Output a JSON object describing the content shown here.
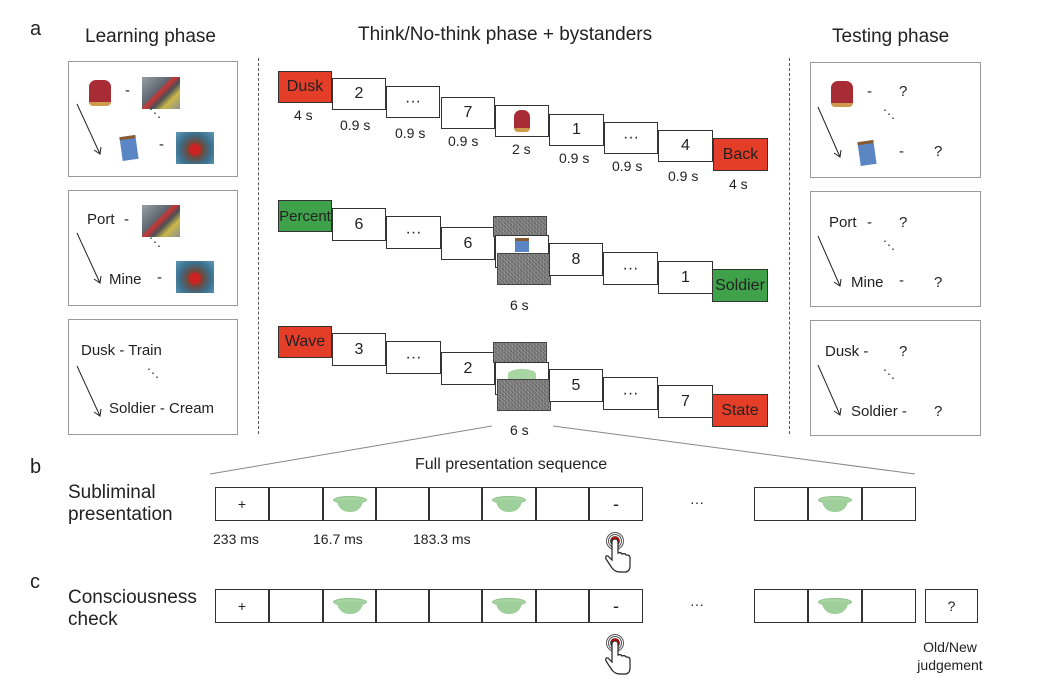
{
  "panels": {
    "a": "a",
    "b": "b",
    "c": "c"
  },
  "learning": {
    "title": "Learning phase",
    "frames": [
      {
        "type": "image-image",
        "items": [
          {
            "cue": "backpack-image",
            "dash": "-",
            "target": "street-scene-image"
          },
          {
            "cue": "jeans-image",
            "dash": "-",
            "target": "injury-scene-image"
          }
        ],
        "ellipsis": "⋱"
      },
      {
        "type": "word-image",
        "items": [
          {
            "cue": "Port",
            "dash": "-",
            "target": "street-scene-image"
          },
          {
            "cue": "Mine",
            "dash": "-",
            "target": "injury-scene-image"
          }
        ],
        "ellipsis": "⋱"
      },
      {
        "type": "word-word",
        "items": [
          {
            "text": "Dusk - Train"
          },
          {
            "text": "Soldier - Cream"
          }
        ],
        "ellipsis": "⋱"
      }
    ]
  },
  "think": {
    "title": "Think/No-think phase + bystanders",
    "row1": {
      "cue": "Dusk",
      "cue_color": "#e43d28",
      "cue_dur": "4 s",
      "steps": [
        {
          "label": "2",
          "dur": "0.9 s"
        },
        {
          "label": "···",
          "dur": "0.9 s"
        },
        {
          "label": "7",
          "dur": "0.9 s"
        },
        {
          "label": "backpack-image",
          "dur": "2 s"
        },
        {
          "label": "1",
          "dur": "0.9 s"
        },
        {
          "label": "···",
          "dur": "0.9 s"
        },
        {
          "label": "4",
          "dur": "0.9 s"
        }
      ],
      "end": "Back",
      "end_color": "#e43d28",
      "end_dur": "4 s"
    },
    "row2": {
      "cue": "Percent",
      "cue_color": "#3fa24a",
      "steps_before": [
        "6",
        "···",
        "6"
      ],
      "masked": "jeans-image",
      "masked_dur": "6 s",
      "steps_after": [
        "8",
        "···",
        "1"
      ],
      "end": "Soldier",
      "end_color": "#3fa24a"
    },
    "row3": {
      "cue": "Wave",
      "cue_color": "#e43d28",
      "steps_before": [
        "3",
        "···",
        "2"
      ],
      "masked": "bowl-image",
      "masked_dur": "6 s",
      "steps_after": [
        "5",
        "···",
        "7"
      ],
      "end": "State",
      "end_color": "#e43d28"
    }
  },
  "testing": {
    "title": "Testing phase",
    "frames": [
      {
        "items": [
          {
            "cue": "backpack-image",
            "dash": "-",
            "q": "?"
          },
          {
            "cue": "jeans-image",
            "dash": "-",
            "q": "?"
          }
        ],
        "ellipsis": "⋱"
      },
      {
        "items": [
          {
            "cue": "Port",
            "dash": "-",
            "q": "?"
          },
          {
            "cue": "Mine",
            "dash": "-",
            "q": "?"
          }
        ],
        "ellipsis": "⋱"
      },
      {
        "items": [
          {
            "cue": "Dusk -",
            "q": "?"
          },
          {
            "cue": "Soldier -",
            "q": "?"
          }
        ],
        "ellipsis": "⋱"
      }
    ]
  },
  "subliminal": {
    "title": "Full presentation sequence",
    "label_line1": "Subliminal",
    "label_line2": "presentation",
    "cells": [
      "+",
      "mask",
      "bowl",
      "mask",
      "mask",
      "bowl",
      "mask",
      "-"
    ],
    "ellipsis": "···",
    "tail": [
      "mask",
      "bowl",
      "mask"
    ],
    "durations": [
      "233 ms",
      "16.7 ms",
      "183.3 ms"
    ],
    "response_icon": "button-press-hand-icon"
  },
  "consciousness": {
    "label_line1": "Consciousness",
    "label_line2": "check",
    "cells": [
      "+",
      "mask",
      "bowl",
      "mask",
      "mask",
      "bowl",
      "mask",
      "-"
    ],
    "ellipsis": "···",
    "tail": [
      "mask",
      "bowl",
      "mask"
    ],
    "question": "?",
    "judgement_line1": "Old/New",
    "judgement_line2": "judgement",
    "response_icon": "button-press-hand-icon"
  },
  "colors": {
    "red_cue": "#e43d28",
    "green_cue": "#3fa24a",
    "mask_gray": "#7c7c7c",
    "bowl_green": "#a7d6a2"
  }
}
